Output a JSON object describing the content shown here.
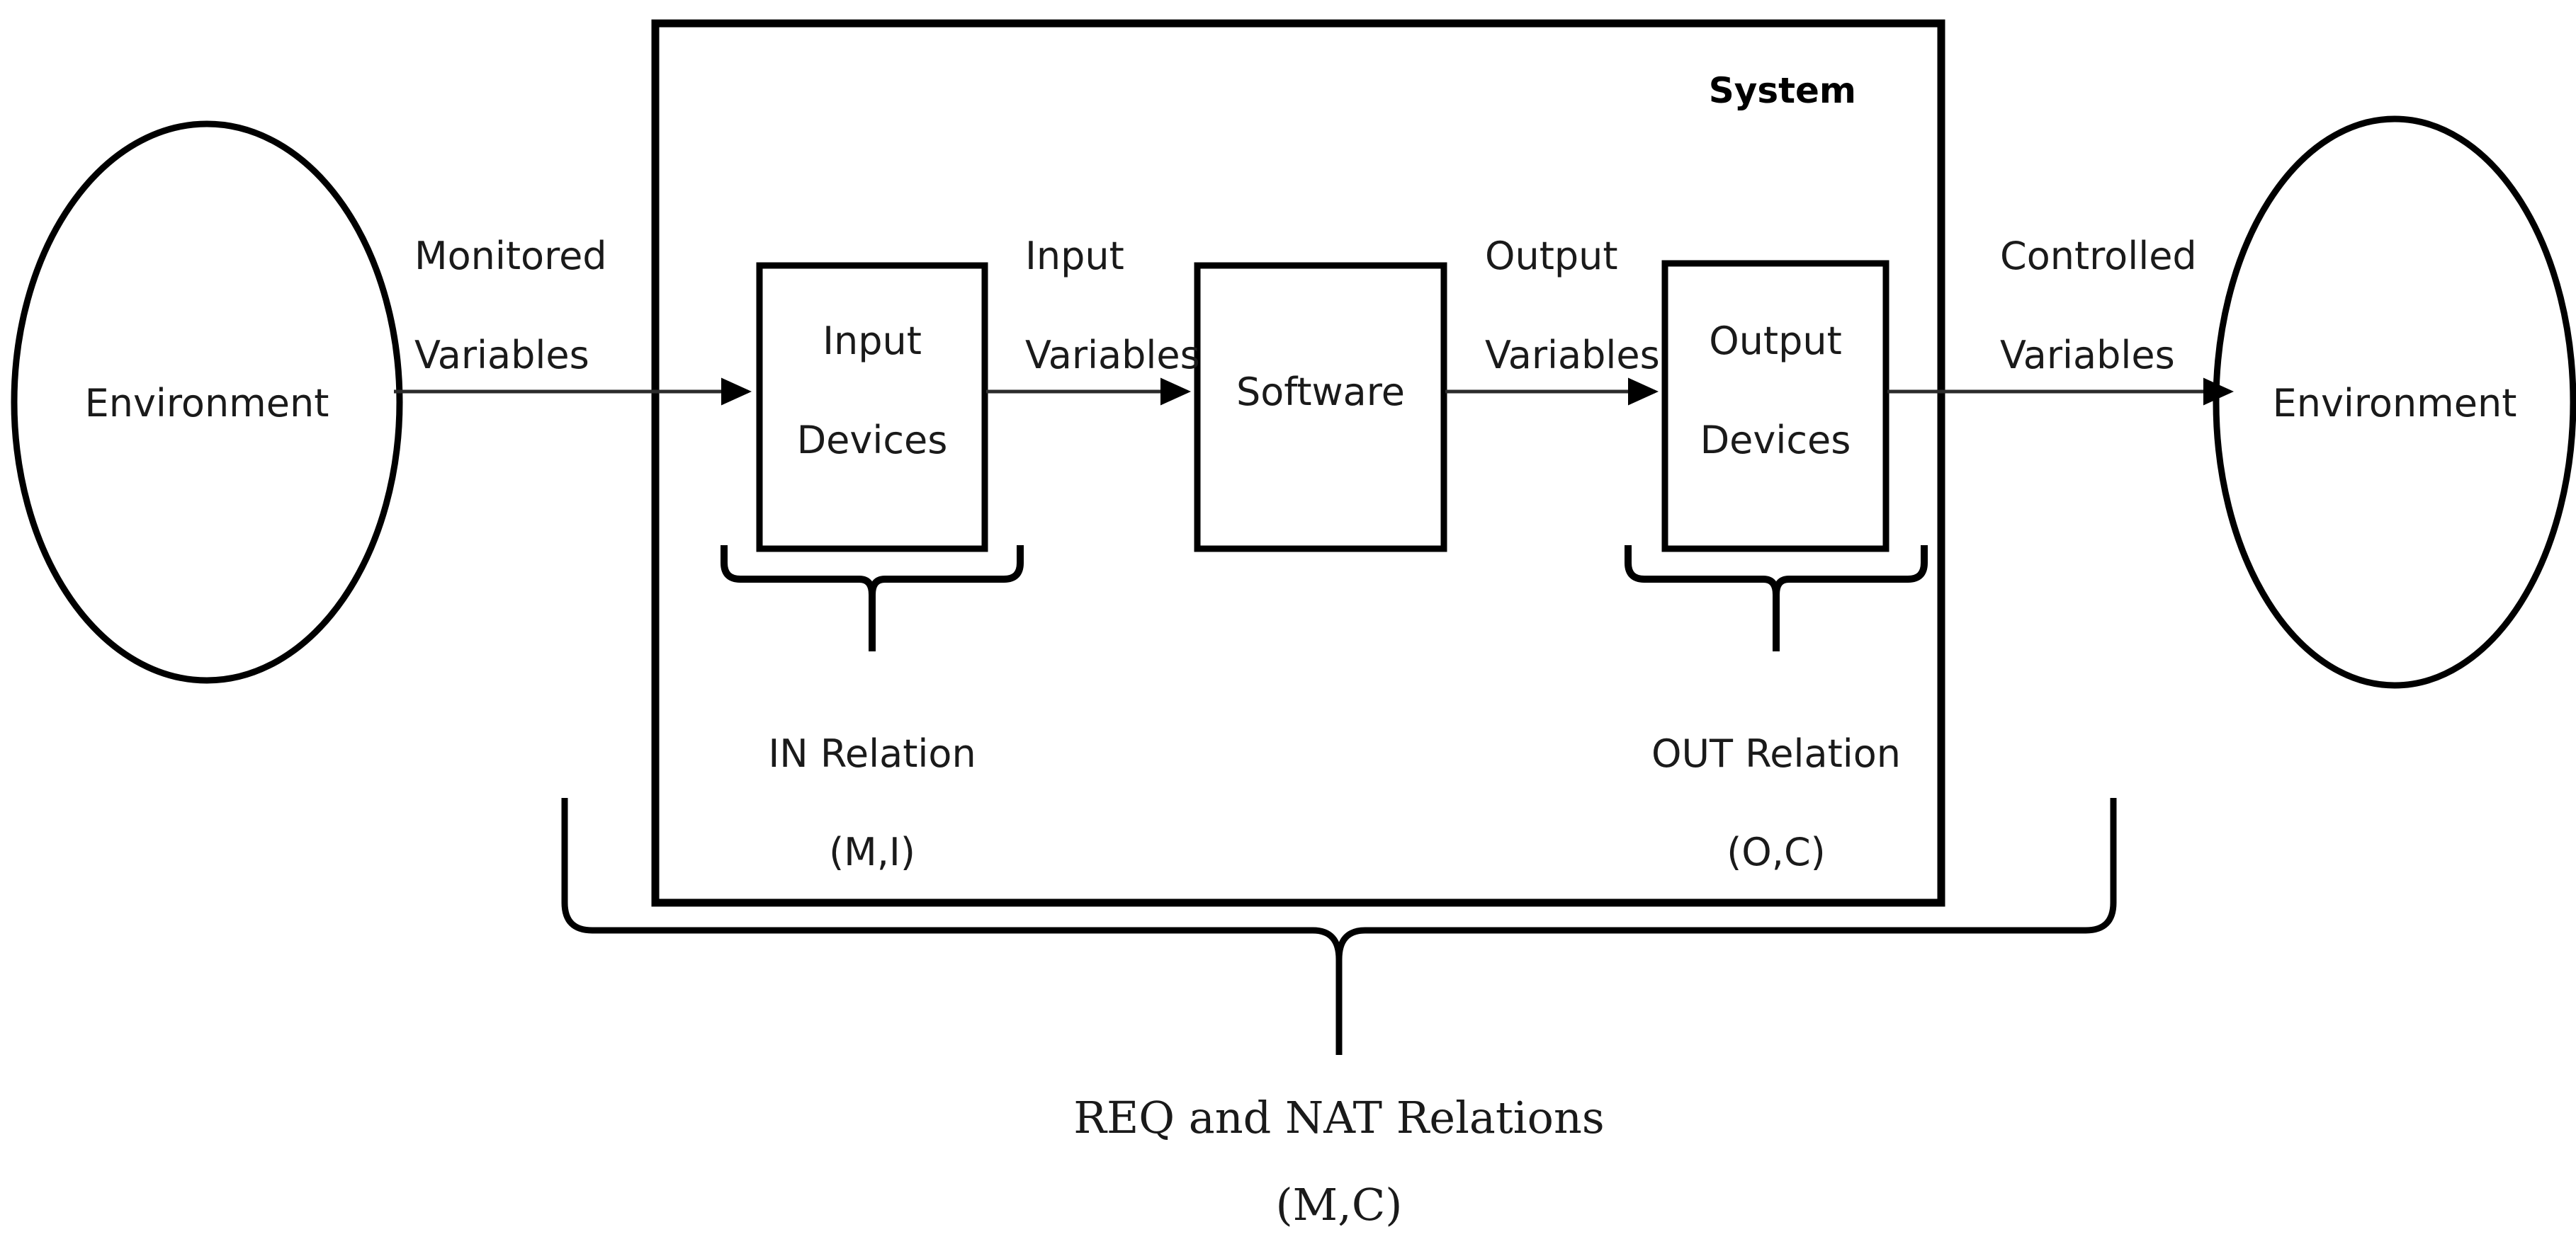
{
  "diagram": {
    "title_label": "System",
    "environment_left": "Environment",
    "environment_right": "Environment",
    "nodes": [
      {
        "id": "input-devices",
        "line1": "Input",
        "line2": "Devices"
      },
      {
        "id": "software",
        "line1": "Software",
        "line2": ""
      },
      {
        "id": "output-devices",
        "line1": "Output",
        "line2": "Devices"
      }
    ],
    "edges": [
      {
        "id": "monitored",
        "line1": "Monitored",
        "line2": "Variables"
      },
      {
        "id": "input-vars",
        "line1": "Input",
        "line2": "Variables"
      },
      {
        "id": "output-vars",
        "line1": "Output",
        "line2": "Variables"
      },
      {
        "id": "controlled",
        "line1": "Controlled",
        "line2": "Variables"
      }
    ],
    "relations": [
      {
        "id": "in-relation",
        "name": "IN Relation",
        "pair": "(M,I)"
      },
      {
        "id": "out-relation",
        "name": "OUT Relation",
        "pair": "(O,C)"
      }
    ],
    "overall_relation": {
      "name": "REQ and NAT Relations",
      "pair": "(M,C)"
    },
    "colors": {
      "stroke": "#000000",
      "text": "#1a1a1a",
      "background": "#ffffff"
    }
  }
}
